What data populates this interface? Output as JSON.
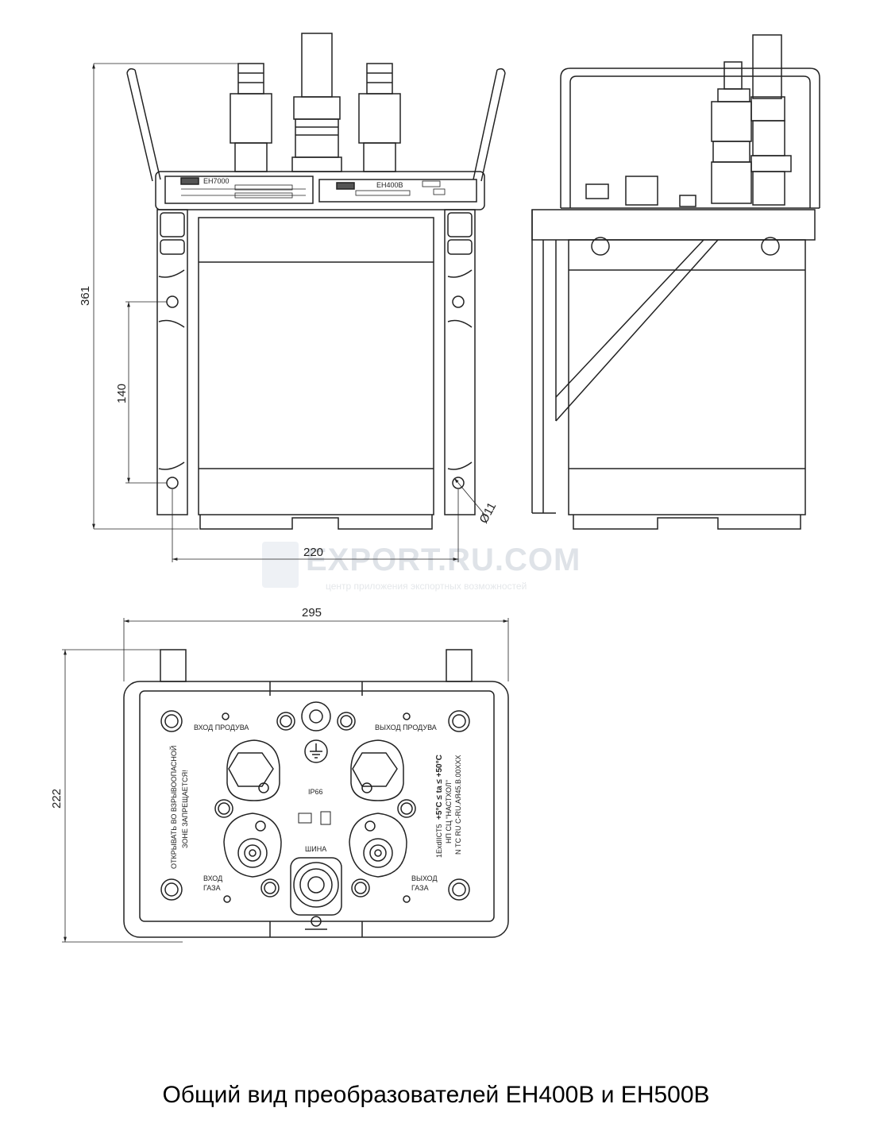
{
  "dimensions": {
    "height_front": "361",
    "mount_vertical": "140",
    "hole_diameter": "Ø11",
    "mount_horizontal": "220",
    "width_bottom": "295",
    "height_bottom": "222"
  },
  "nameplates": {
    "left_model": "EH7000",
    "right_model": "EH400B"
  },
  "bottom_view_labels": {
    "purge_in": "ВХОД ПРОДУВА",
    "purge_out": "ВЫХОД ПРОДУВА",
    "gas_in_line1": "ВХОД",
    "gas_in_line2": "ГАЗА",
    "gas_out_line1": "ВЫХОД",
    "gas_out_line2": "ГАЗА",
    "bus": "ШИНА",
    "ip_rating": "IP66",
    "warning_line1": "ОТКРЫВАТЬ ВО ВЗРЫВООПАСНОЙ",
    "warning_line2": "ЗОНЕ ЗАПРЕЩАЕТСЯ!",
    "ex_marking": "1ExdIICT5",
    "temp_range": "+5°C ≤ ta ≤ +50°C",
    "cert_body": "НП СЦ \"НАСТХОЛ\"",
    "cert_number": "N ТС RU C-RU.АЯ45.B.00XXX"
  },
  "watermark": {
    "brand": "EXPORT.RU.COM",
    "tagline": "центр приложения экспортных возможностей"
  },
  "caption": "Общий вид преобразователей EH400B и EH500B"
}
